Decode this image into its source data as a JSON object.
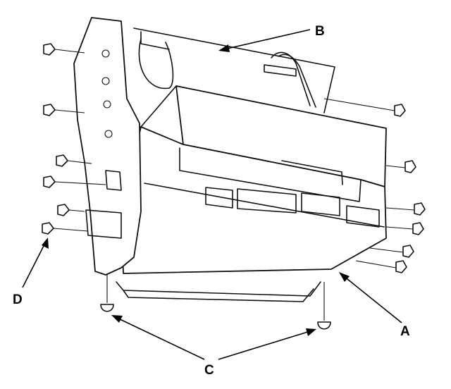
{
  "diagram": {
    "callouts": {
      "a": "A",
      "b": "B",
      "c": "C",
      "d": "D"
    }
  }
}
